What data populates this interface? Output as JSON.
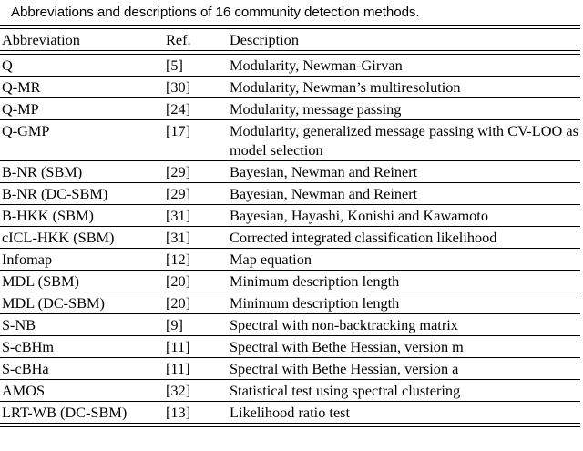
{
  "caption": "Abbreviations and descriptions of 16 community detection methods.",
  "table": {
    "columns": [
      "Abbreviation",
      "Ref.",
      "Description"
    ],
    "rows": [
      {
        "abbrev": "Q",
        "ref": "[5]",
        "desc": "Modularity, Newman-Girvan"
      },
      {
        "abbrev": "Q-MR",
        "ref": "[30]",
        "desc": "Modularity, Newman’s multiresolution"
      },
      {
        "abbrev": "Q-MP",
        "ref": "[24]",
        "desc": "Modularity, message passing"
      },
      {
        "abbrev": "Q-GMP",
        "ref": "[17]",
        "desc": "Modularity, generalized message passing with CV-LOO as model selection"
      },
      {
        "abbrev": "B-NR (SBM)",
        "ref": "[29]",
        "desc": "Bayesian, Newman and Reinert"
      },
      {
        "abbrev": "B-NR (DC-SBM)",
        "ref": "[29]",
        "desc": "Bayesian, Newman and Reinert"
      },
      {
        "abbrev": "B-HKK (SBM)",
        "ref": "[31]",
        "desc": "Bayesian, Hayashi, Konishi and Kawamoto"
      },
      {
        "abbrev": "cICL-HKK (SBM)",
        "ref": "[31]",
        "desc": "Corrected integrated classification likelihood"
      },
      {
        "abbrev": "Infomap",
        "ref": "[12]",
        "desc": "Map equation"
      },
      {
        "abbrev": "MDL (SBM)",
        "ref": "[20]",
        "desc": "Minimum description length"
      },
      {
        "abbrev": "MDL (DC-SBM)",
        "ref": "[20]",
        "desc": "Minimum description length"
      },
      {
        "abbrev": "S-NB",
        "ref": "[9]",
        "desc": "Spectral with non-backtracking matrix"
      },
      {
        "abbrev": "S-cBHm",
        "ref": "[11]",
        "desc": "Spectral with Bethe Hessian, version m"
      },
      {
        "abbrev": "S-cBHa",
        "ref": "[11]",
        "desc": "Spectral with Bethe Hessian, version a"
      },
      {
        "abbrev": "AMOS",
        "ref": "[32]",
        "desc": "Statistical test using spectral clustering"
      },
      {
        "abbrev": "LRT-WB (DC-SBM)",
        "ref": "[13]",
        "desc": "Likelihood ratio test"
      }
    ]
  },
  "colors": {
    "text": "#000000",
    "background": "#ffffff",
    "rule": "#000000"
  }
}
